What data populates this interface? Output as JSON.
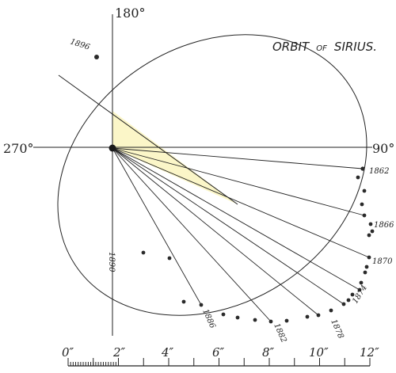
{
  "title": {
    "word1": "ORBIT",
    "word2": "OF",
    "word3": "SIRIUS."
  },
  "angles": {
    "top": "180°",
    "left": "270°",
    "right": "90°"
  },
  "year_labels": [
    "1896",
    "1862",
    "1866",
    "1870",
    "1874",
    "1878",
    "1882",
    "1886",
    "1890"
  ],
  "scale": {
    "labels": [
      "0″",
      "2″",
      "4″",
      "6″",
      "8″",
      "10″",
      "12″"
    ]
  },
  "colors": {
    "ink": "#222222",
    "sector_fill": "#fbf6c8",
    "dot": "#2a2a2a",
    "background": "#ffffff"
  }
}
